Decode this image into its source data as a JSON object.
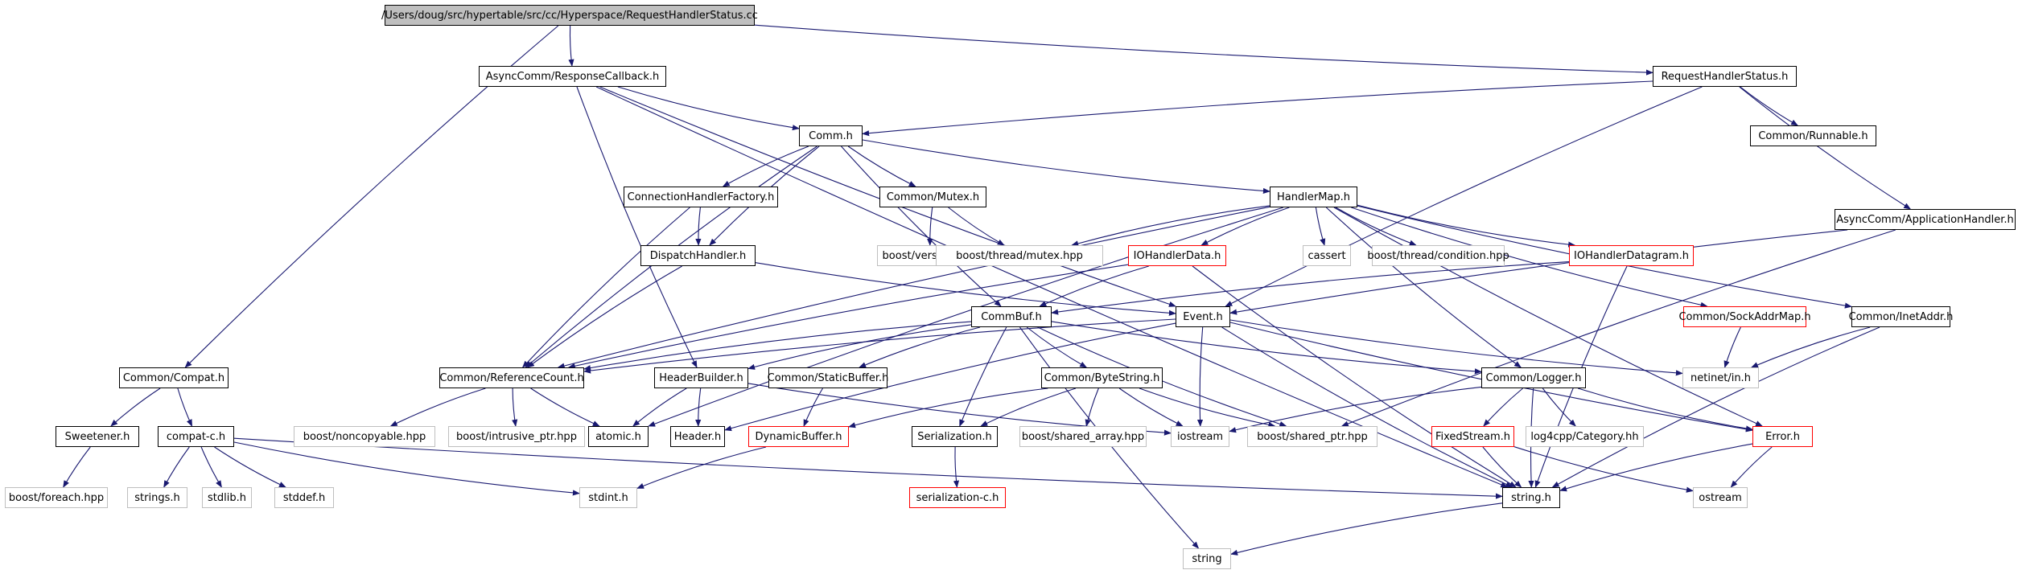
{
  "diagram": {
    "colors": {
      "edge": "#191970",
      "box_border": "#000000",
      "external_border": "#bfbfbf",
      "missing_border": "#ff0000",
      "root_fill": "#bfbfbf"
    },
    "nodes": [
      {
        "id": "root",
        "label": "/Users/doug/src/hypertable/src/cc/Hyperspace/RequestHandlerStatus.cc",
        "kind": "root"
      },
      {
        "id": "respcb",
        "label": "AsyncComm/ResponseCallback.h",
        "kind": "normal"
      },
      {
        "id": "rhsh",
        "label": "RequestHandlerStatus.h",
        "kind": "normal"
      },
      {
        "id": "comm",
        "label": "Comm.h",
        "kind": "normal"
      },
      {
        "id": "runnable",
        "label": "Common/Runnable.h",
        "kind": "normal"
      },
      {
        "id": "chf",
        "label": "ConnectionHandlerFactory.h",
        "kind": "normal"
      },
      {
        "id": "mutex",
        "label": "Common/Mutex.h",
        "kind": "normal"
      },
      {
        "id": "hmap",
        "label": "HandlerMap.h",
        "kind": "normal"
      },
      {
        "id": "apph",
        "label": "AsyncComm/ApplicationHandler.h",
        "kind": "normal"
      },
      {
        "id": "disp",
        "label": "DispatchHandler.h",
        "kind": "normal"
      },
      {
        "id": "bver",
        "label": "boost/version.hpp",
        "kind": "external"
      },
      {
        "id": "bmutex",
        "label": "boost/thread/mutex.hpp",
        "kind": "external"
      },
      {
        "id": "iohd",
        "label": "IOHandlerData.h",
        "kind": "missing"
      },
      {
        "id": "cassert",
        "label": "cassert",
        "kind": "external"
      },
      {
        "id": "bcond",
        "label": "boost/thread/condition.hpp",
        "kind": "external"
      },
      {
        "id": "iohdg",
        "label": "IOHandlerDatagram.h",
        "kind": "missing"
      },
      {
        "id": "commbuf",
        "label": "CommBuf.h",
        "kind": "normal"
      },
      {
        "id": "event",
        "label": "Event.h",
        "kind": "normal"
      },
      {
        "id": "sockmap",
        "label": "Common/SockAddrMap.h",
        "kind": "missing"
      },
      {
        "id": "inet",
        "label": "Common/InetAddr.h",
        "kind": "normal"
      },
      {
        "id": "compat",
        "label": "Common/Compat.h",
        "kind": "normal"
      },
      {
        "id": "refcnt",
        "label": "Common/ReferenceCount.h",
        "kind": "normal"
      },
      {
        "id": "hbuild",
        "label": "HeaderBuilder.h",
        "kind": "normal"
      },
      {
        "id": "sbuf",
        "label": "Common/StaticBuffer.h",
        "kind": "normal"
      },
      {
        "id": "bstr",
        "label": "Common/ByteString.h",
        "kind": "normal"
      },
      {
        "id": "logger",
        "label": "Common/Logger.h",
        "kind": "normal"
      },
      {
        "id": "netinet",
        "label": "netinet/in.h",
        "kind": "external"
      },
      {
        "id": "sween",
        "label": "Sweetener.h",
        "kind": "normal"
      },
      {
        "id": "compatc",
        "label": "compat-c.h",
        "kind": "normal"
      },
      {
        "id": "bnoncopy",
        "label": "boost/noncopyable.hpp",
        "kind": "external"
      },
      {
        "id": "bintr",
        "label": "boost/intrusive_ptr.hpp",
        "kind": "external"
      },
      {
        "id": "atomic",
        "label": "atomic.h",
        "kind": "normal"
      },
      {
        "id": "header",
        "label": "Header.h",
        "kind": "normal"
      },
      {
        "id": "dynbuf",
        "label": "DynamicBuffer.h",
        "kind": "missing"
      },
      {
        "id": "serial",
        "label": "Serialization.h",
        "kind": "normal"
      },
      {
        "id": "bsarr",
        "label": "boost/shared_array.hpp",
        "kind": "external"
      },
      {
        "id": "iostream",
        "label": "iostream",
        "kind": "external"
      },
      {
        "id": "bsptr",
        "label": "boost/shared_ptr.hpp",
        "kind": "external"
      },
      {
        "id": "fstream",
        "label": "FixedStream.h",
        "kind": "missing"
      },
      {
        "id": "log4cpp",
        "label": "log4cpp/Category.hh",
        "kind": "external"
      },
      {
        "id": "error",
        "label": "Error.h",
        "kind": "missing"
      },
      {
        "id": "bforeach",
        "label": "boost/foreach.hpp",
        "kind": "external"
      },
      {
        "id": "strings",
        "label": "strings.h",
        "kind": "external"
      },
      {
        "id": "stdlib",
        "label": "stdlib.h",
        "kind": "external"
      },
      {
        "id": "stddef",
        "label": "stddef.h",
        "kind": "external"
      },
      {
        "id": "stdint",
        "label": "stdint.h",
        "kind": "external"
      },
      {
        "id": "serialc",
        "label": "serialization-c.h",
        "kind": "missing"
      },
      {
        "id": "stringh",
        "label": "string.h",
        "kind": "normal"
      },
      {
        "id": "ostream",
        "label": "ostream",
        "kind": "external"
      },
      {
        "id": "string",
        "label": "string",
        "kind": "external"
      }
    ],
    "edges": [
      [
        "root",
        "respcb"
      ],
      [
        "root",
        "rhsh"
      ],
      [
        "root",
        "compat"
      ],
      [
        "respcb",
        "comm"
      ],
      [
        "respcb",
        "hbuild"
      ],
      [
        "respcb",
        "event"
      ],
      [
        "respcb",
        "stringh"
      ],
      [
        "rhsh",
        "comm"
      ],
      [
        "rhsh",
        "runnable"
      ],
      [
        "rhsh",
        "apph"
      ],
      [
        "rhsh",
        "event"
      ],
      [
        "comm",
        "chf"
      ],
      [
        "comm",
        "mutex"
      ],
      [
        "comm",
        "hmap"
      ],
      [
        "comm",
        "disp"
      ],
      [
        "comm",
        "refcnt"
      ],
      [
        "comm",
        "commbuf"
      ],
      [
        "chf",
        "disp"
      ],
      [
        "chf",
        "refcnt"
      ],
      [
        "mutex",
        "bver"
      ],
      [
        "mutex",
        "bmutex"
      ],
      [
        "hmap",
        "bmutex"
      ],
      [
        "hmap",
        "iohd"
      ],
      [
        "hmap",
        "cassert"
      ],
      [
        "hmap",
        "bcond"
      ],
      [
        "hmap",
        "iohdg"
      ],
      [
        "hmap",
        "sockmap"
      ],
      [
        "hmap",
        "inet"
      ],
      [
        "hmap",
        "logger"
      ],
      [
        "hmap",
        "refcnt"
      ],
      [
        "hmap",
        "atomic"
      ],
      [
        "hmap",
        "error"
      ],
      [
        "disp",
        "event"
      ],
      [
        "disp",
        "refcnt"
      ],
      [
        "apph",
        "event"
      ],
      [
        "apph",
        "bsptr"
      ],
      [
        "iohd",
        "commbuf"
      ],
      [
        "iohd",
        "refcnt"
      ],
      [
        "iohd",
        "stringh"
      ],
      [
        "iohdg",
        "commbuf"
      ],
      [
        "iohdg",
        "stringh"
      ],
      [
        "commbuf",
        "refcnt"
      ],
      [
        "commbuf",
        "hbuild"
      ],
      [
        "commbuf",
        "sbuf"
      ],
      [
        "commbuf",
        "bstr"
      ],
      [
        "commbuf",
        "logger"
      ],
      [
        "commbuf",
        "serial"
      ],
      [
        "commbuf",
        "bsptr"
      ],
      [
        "commbuf",
        "string"
      ],
      [
        "event",
        "refcnt"
      ],
      [
        "event",
        "header"
      ],
      [
        "event",
        "iostream"
      ],
      [
        "event",
        "netinet"
      ],
      [
        "event",
        "error"
      ],
      [
        "event",
        "stringh"
      ],
      [
        "sockmap",
        "netinet"
      ],
      [
        "inet",
        "netinet"
      ],
      [
        "inet",
        "stringh"
      ],
      [
        "compat",
        "sween"
      ],
      [
        "compat",
        "compatc"
      ],
      [
        "refcnt",
        "bnoncopy"
      ],
      [
        "refcnt",
        "bintr"
      ],
      [
        "refcnt",
        "atomic"
      ],
      [
        "hbuild",
        "header"
      ],
      [
        "hbuild",
        "atomic"
      ],
      [
        "hbuild",
        "iostream"
      ],
      [
        "sbuf",
        "dynbuf"
      ],
      [
        "bstr",
        "dynbuf"
      ],
      [
        "bstr",
        "serial"
      ],
      [
        "bstr",
        "bsarr"
      ],
      [
        "bstr",
        "iostream"
      ],
      [
        "bstr",
        "bsptr"
      ],
      [
        "logger",
        "iostream"
      ],
      [
        "logger",
        "fstream"
      ],
      [
        "logger",
        "log4cpp"
      ],
      [
        "logger",
        "error"
      ],
      [
        "logger",
        "stringh"
      ],
      [
        "sween",
        "bforeach"
      ],
      [
        "compatc",
        "strings"
      ],
      [
        "compatc",
        "stdlib"
      ],
      [
        "compatc",
        "stddef"
      ],
      [
        "compatc",
        "stdint"
      ],
      [
        "compatc",
        "stringh"
      ],
      [
        "dynbuf",
        "stdint"
      ],
      [
        "serial",
        "serialc"
      ],
      [
        "fstream",
        "stringh"
      ],
      [
        "fstream",
        "ostream"
      ],
      [
        "error",
        "stringh"
      ],
      [
        "error",
        "ostream"
      ],
      [
        "stringh",
        "string"
      ]
    ]
  }
}
